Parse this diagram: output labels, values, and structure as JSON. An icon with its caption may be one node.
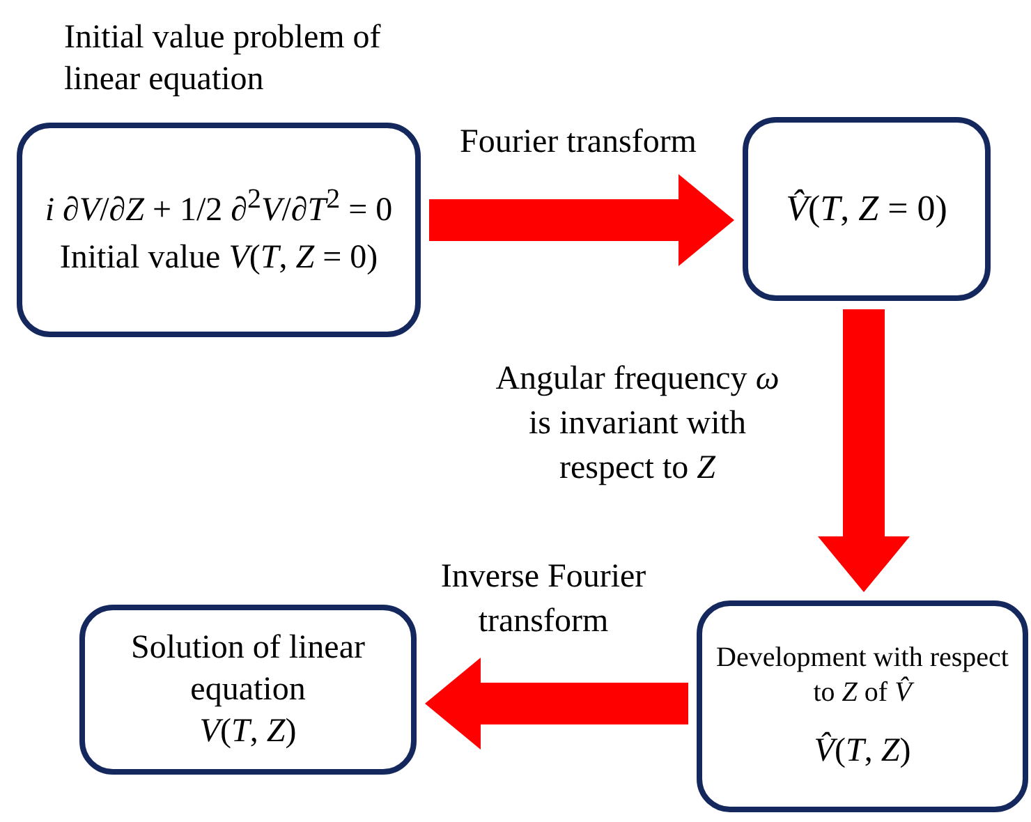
{
  "diagram": {
    "nodes": [
      {
        "text": [
          "Initial value problem of  linear equation",
          "*i* ∂*V*/∂*Z* + 1/2 ∂$^{2}$*V*/∂*T*$^{2}$ = 0",
          "Initial value *V*(*T*, *Z* = 0)"
        ]
      },
      {
        "text": [
          "*V̂*(*T*, *Z* = 0)"
        ]
      },
      {
        "text": [
          "Development with respect to *Z* of *V̂*",
          "*V̂*(*T*, *Z*)"
        ]
      },
      {
        "text": [
          "Solution of linear equation",
          "*V*(*T*, *Z*)"
        ]
      }
    ],
    "edges": [
      {
        "from": 0,
        "to": 1,
        "arrow": "to",
        "label": "Fourier transform"
      },
      {
        "from": 1,
        "to": 2,
        "arrow": "to",
        "label": "Angular frequency *ω* is invariant with respect to *Z*"
      },
      {
        "from": 2,
        "to": 3,
        "arrow": "to",
        "label": "Inverse Fourier transform"
      }
    ]
  }
}
